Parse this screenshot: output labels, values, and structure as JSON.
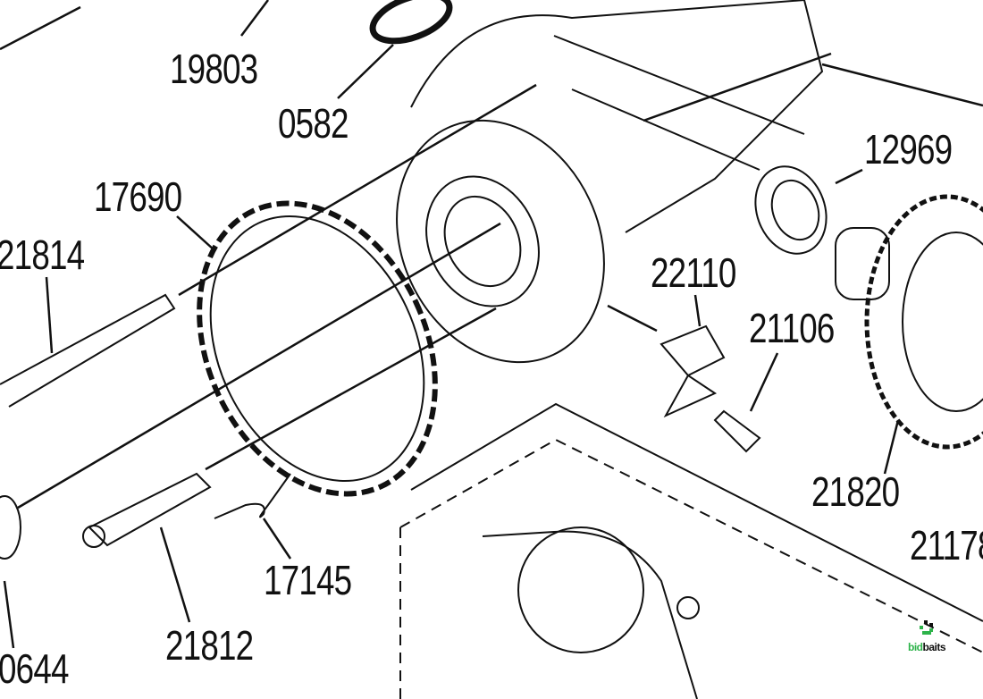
{
  "diagram": {
    "part_numbers": {
      "p19803": "19803",
      "p0582": "0582",
      "p17690": "17690",
      "p21814": "21814",
      "p12969": "12969",
      "p22110": "22110",
      "p21106": "21106",
      "p21820": "21820",
      "p21178": "21178",
      "p21812": "21812",
      "p17145": "17145",
      "p0644": "0644"
    }
  },
  "watermark": {
    "brand_part1": "bid",
    "brand_part2": "baits",
    "colors": {
      "green": "#2db34a",
      "dark": "#111111"
    }
  }
}
